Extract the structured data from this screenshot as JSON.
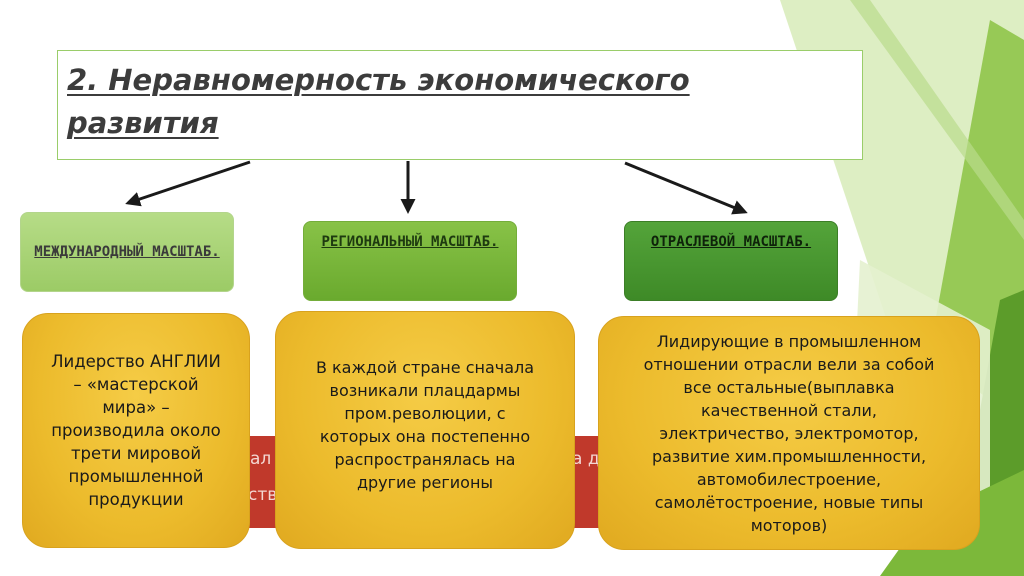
{
  "title": "2. Неравномерность экономического развития",
  "scales": [
    {
      "label": "МЕЖДУНАРОДНЫЙ МАСШТАБ."
    },
    {
      "label": "РЕГИОНАЛЬНЫЙ МАСШТАБ."
    },
    {
      "label": "ОТРАСЛЕВОЙ МАСШТАБ."
    }
  ],
  "descriptions": [
    {
      "text": "Лидерство АНГЛИИ\n– «мастерской\nмира» –\nпроизводила около\nтрети мировой\nпромышленной\nпродукции"
    },
    {
      "text": "В каждой стране сначала\nвозникали плацдармы\nпром.революции, с\nкоторых она постепенно\nраспространялась на\nдругие регионы"
    },
    {
      "text": "Лидирующие в промышленном\nотношении отрасли вели за собой\nвсе остальные(выплавка\nкачественной стали,\nэлектричество, электромотор,\nразвитие хим.промышленности,\nавтомобилестроение,\nсамолётостроение, новые типы\nмоторов)"
    }
  ],
  "hidden_band": {
    "fragments": [
      "ал",
      "ств",
      "а д"
    ]
  },
  "colors": {
    "title_border": "#9acd6a",
    "scale_international": "#a8d476",
    "scale_regional": "#7ab63b",
    "scale_sectoral": "#4a9a32",
    "description_fill": "#ecbb2c",
    "band_red": "#c0392b",
    "deco_green": "#6fae2b"
  }
}
